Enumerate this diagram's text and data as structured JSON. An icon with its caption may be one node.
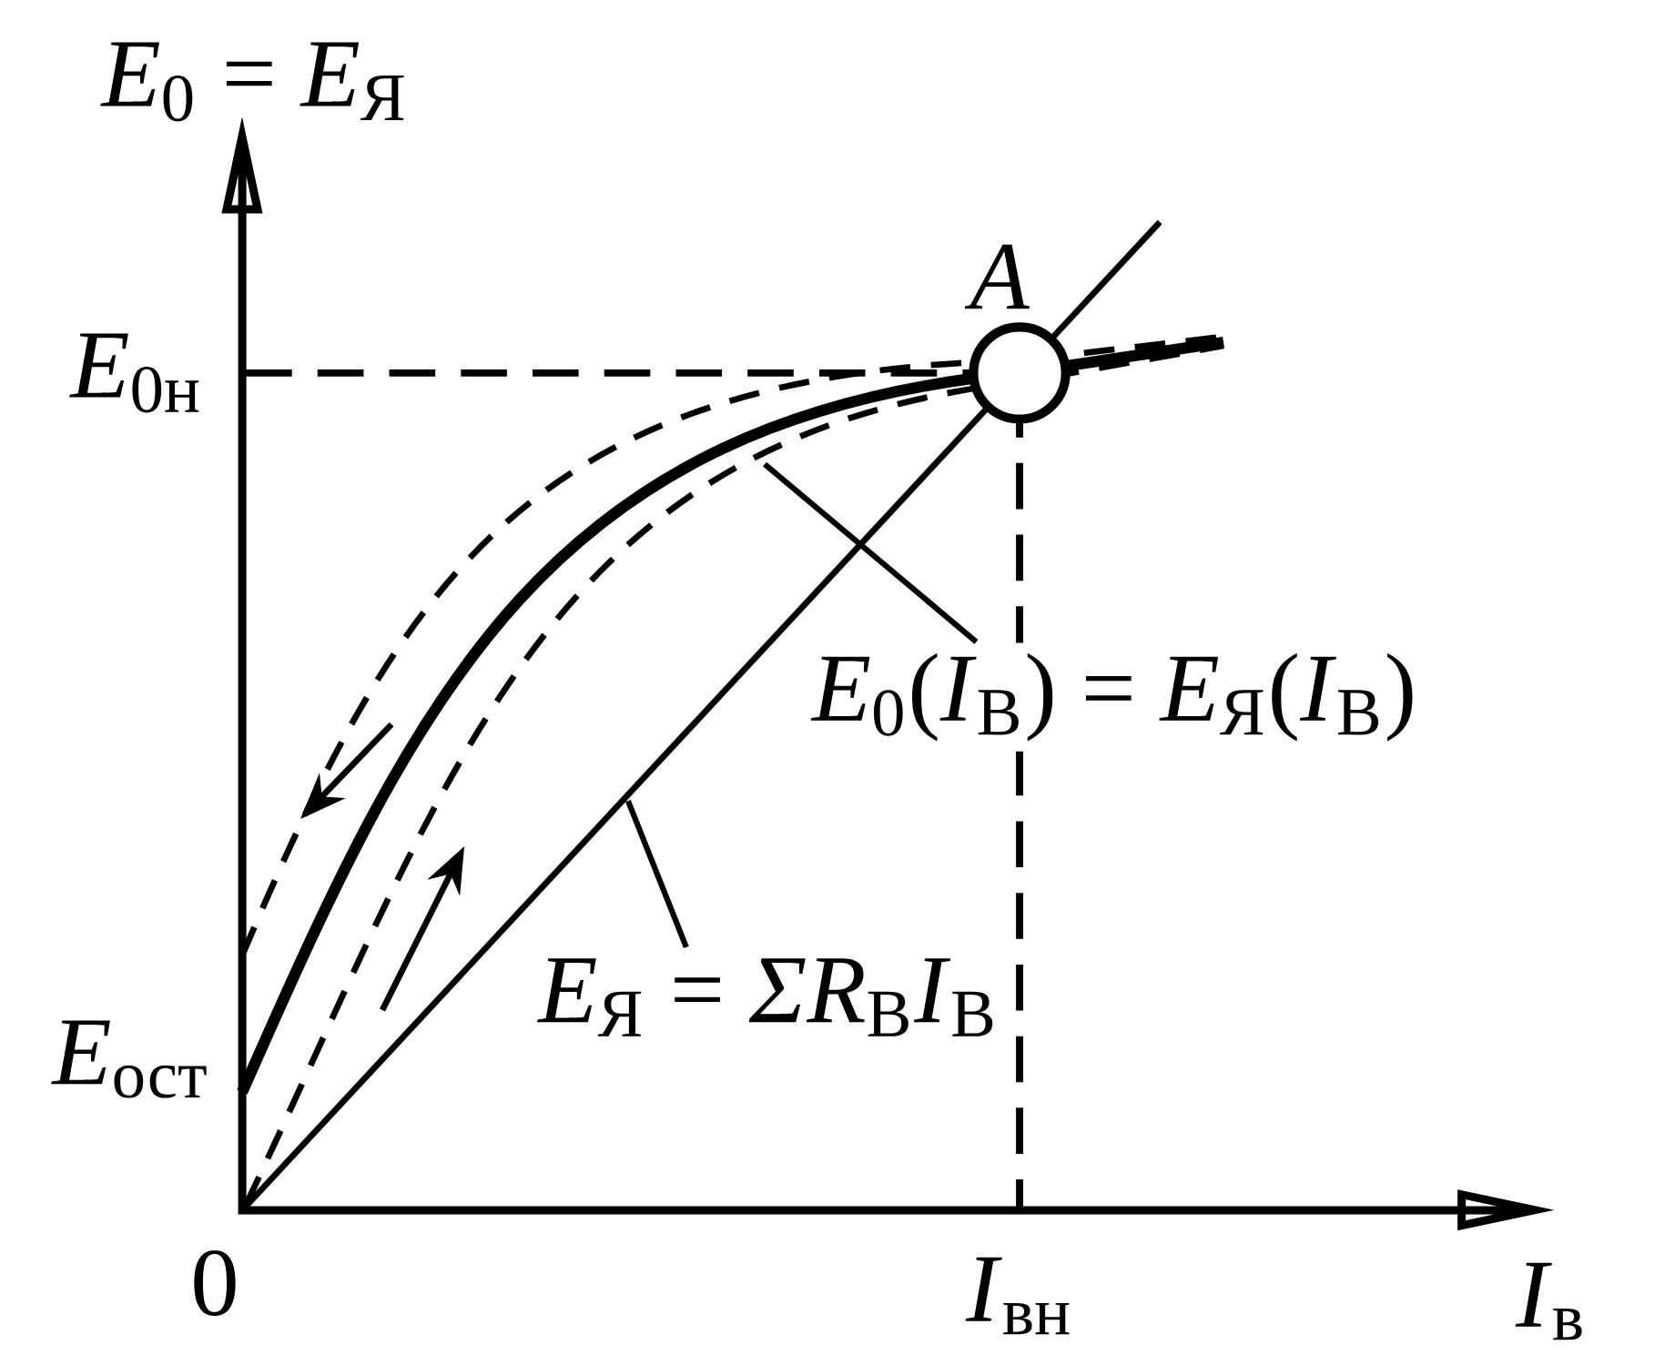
{
  "diagram": {
    "nodes": [
      {
        "text": [
          "*E*$_{0}$(*I*$_{В}$) = *E*$_{Я}$(*I*$_{В}$)"
        ]
      },
      {
        "text": [
          "*E*$_{Я}$ = *ΣR*$_{В}$*I*$_{В}$"
        ]
      },
      {
        "text": [],
        "shape": "circle",
        "beside": [
          "A"
        ]
      }
    ],
    "edges": [
      {
        "from": 0,
        "to": null,
        "arrow": "none"
      },
      {
        "from": 1,
        "to": null,
        "arrow": "none"
      }
    ],
    "labels": [
      "*E*$_{0}$ = *E*$_{Я}$",
      "*E*$_{0н}$",
      "*E*$_{ост}$",
      "0",
      "*I*$_{вн}$",
      "*I*$_{в}$"
    ]
  }
}
